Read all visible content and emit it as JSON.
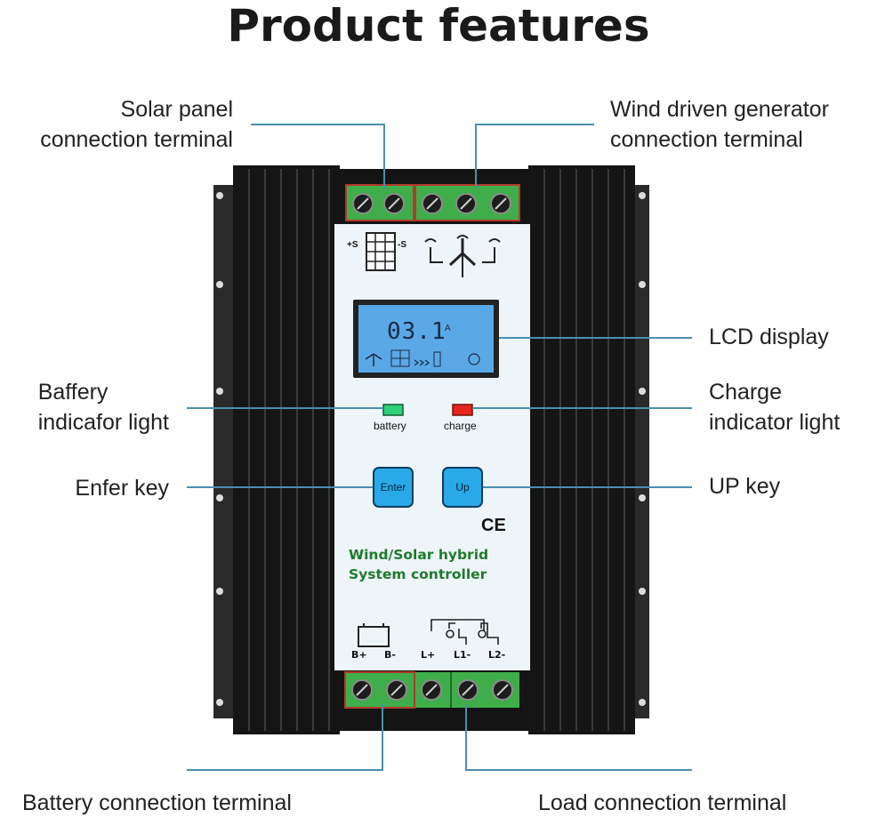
{
  "title": "Product features",
  "labels": {
    "solar_line1": "Solar panel",
    "solar_line2": "connection terminal",
    "wind_line1": "Wind driven generator",
    "wind_line2": "connection terminal",
    "lcd": "LCD display",
    "battery_light_line1": "Baffery",
    "battery_light_line2": "indicafor light",
    "charge_light_line1": "Charge",
    "charge_light_line2": "indicator light",
    "enter_key": "Enfer key",
    "up_key": "UP key",
    "battery_terminal": "Battery connection terminal",
    "load_terminal": "Load connection terminal"
  },
  "device": {
    "indicator_battery": "battery",
    "indicator_charge": "charge",
    "btn_enter": "Enter",
    "btn_up": "Up",
    "ce_mark": "CE",
    "name_line1": "Wind/Solar hybrid",
    "name_line2": "System  controller",
    "lcd_value": "03.1",
    "lcd_unit": "A",
    "terminals": [
      "B+",
      "B-",
      "L+",
      "L1-",
      "L2-"
    ],
    "solar_plus": "+S",
    "solar_minus": "-S"
  },
  "colors": {
    "heatsink": "#151515",
    "panel": "#eef5f8",
    "terminal_block": "#3fae4a",
    "callout_line": "#4a8fb0",
    "lcd": "#5aa8e6",
    "brand_text": "#1f7a2c"
  }
}
